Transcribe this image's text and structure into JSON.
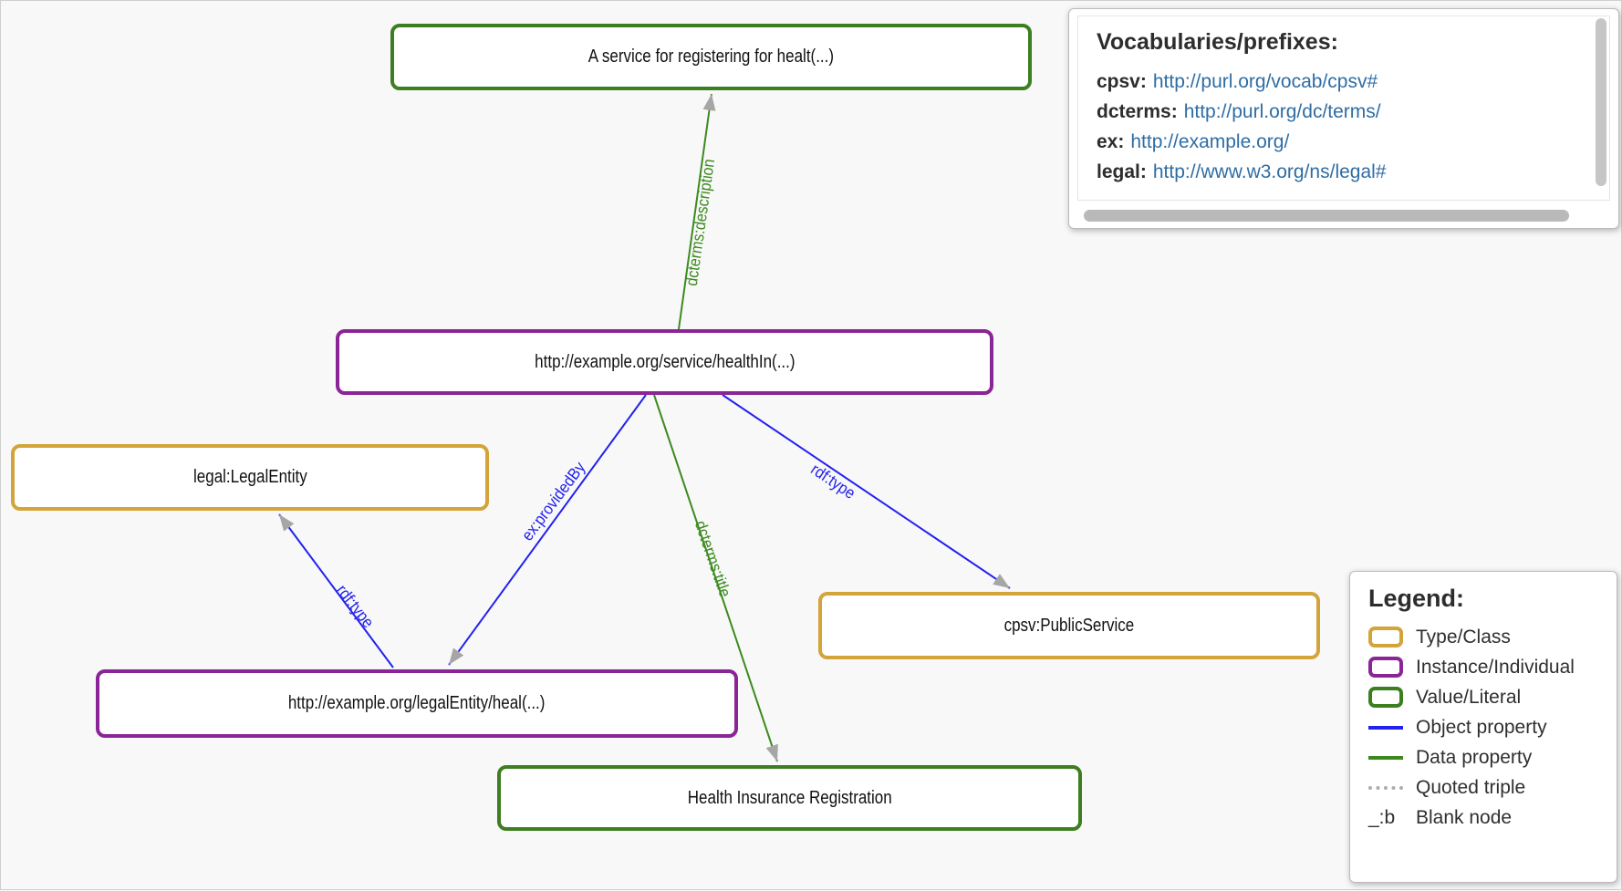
{
  "graph": {
    "nodes": [
      {
        "id": "description-literal",
        "label": "A service for registering for healt(...)",
        "kind": "literal"
      },
      {
        "id": "service-instance",
        "label": "http://example.org/service/healthIn(...)",
        "kind": "instance"
      },
      {
        "id": "legal-entity-class",
        "label": "legal:LegalEntity",
        "kind": "class"
      },
      {
        "id": "legal-entity-instance",
        "label": "http://example.org/legalEntity/heal(...)",
        "kind": "instance"
      },
      {
        "id": "public-service-class",
        "label": "cpsv:PublicService",
        "kind": "class"
      },
      {
        "id": "title-literal",
        "label": "Health Insurance Registration",
        "kind": "literal"
      }
    ],
    "edges": [
      {
        "label": "dcterms:description",
        "kind": "data",
        "from": "service-instance",
        "to": "description-literal"
      },
      {
        "label": "ex:providedBy",
        "kind": "object",
        "from": "service-instance",
        "to": "legal-entity-instance"
      },
      {
        "label": "dcterms:title",
        "kind": "data",
        "from": "service-instance",
        "to": "title-literal"
      },
      {
        "label": "rdf:type",
        "kind": "object",
        "from": "service-instance",
        "to": "public-service-class"
      },
      {
        "label": "rdf:type",
        "kind": "object",
        "from": "legal-entity-instance",
        "to": "legal-entity-class"
      }
    ]
  },
  "vocabularies": {
    "title": "Vocabularies/prefixes:",
    "entries": [
      {
        "prefix": "cpsv:",
        "uri": "http://purl.org/vocab/cpsv#"
      },
      {
        "prefix": "dcterms:",
        "uri": "http://purl.org/dc/terms/"
      },
      {
        "prefix": "ex:",
        "uri": "http://example.org/"
      },
      {
        "prefix": "legal:",
        "uri": "http://www.w3.org/ns/legal#"
      }
    ]
  },
  "legend": {
    "title": "Legend:",
    "items": [
      {
        "label": "Type/Class",
        "swatch": "class-box"
      },
      {
        "label": "Instance/Individual",
        "swatch": "instance-box"
      },
      {
        "label": "Value/Literal",
        "swatch": "literal-box"
      },
      {
        "label": "Object property",
        "swatch": "object-line"
      },
      {
        "label": "Data property",
        "swatch": "data-line"
      },
      {
        "label": "Quoted triple",
        "swatch": "quoted-line"
      },
      {
        "label": "Blank node",
        "swatch": "symbol",
        "symbol": "_:b"
      }
    ]
  },
  "colors": {
    "class_border": "#d2a43a",
    "instance_border": "#8b2496",
    "literal_border": "#3d7e21",
    "object_property": "#2222ee",
    "data_property": "#3c8a1e",
    "arrowhead": "#a6a6a6",
    "link": "#2e6da4",
    "background": "#f8f8f8"
  }
}
